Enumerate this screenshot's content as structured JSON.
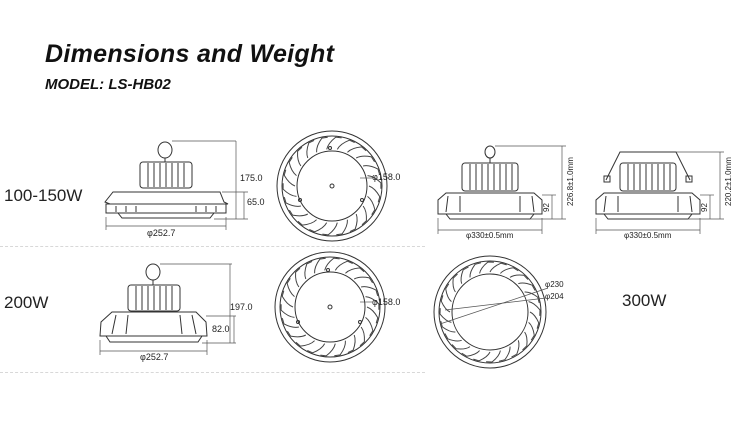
{
  "header": {
    "title": "Dimensions and Weight",
    "model": "MODEL: LS-HB02"
  },
  "rows": {
    "row1_label": "100-150W",
    "row2_label": "200W",
    "row3_label": "300W"
  },
  "dims": {
    "r1_height": "175.0",
    "r1_body": "65.0",
    "r1_width": "φ252.7",
    "r1_lens": "φ158.0",
    "r2_height": "197.0",
    "r2_body": "82.0",
    "r2_width": "φ252.7",
    "r2_lens": "φ158.0",
    "w300_a_height": "226.8±1.0mm",
    "w300_a_body": "92",
    "w300_a_width": "φ330±0.5mm",
    "w300_b_height": "220.2±1.0mm",
    "w300_b_body": "92",
    "w300_b_width": "φ330±0.5mm",
    "w300_outer": "φ230",
    "w300_inner": "φ204"
  }
}
